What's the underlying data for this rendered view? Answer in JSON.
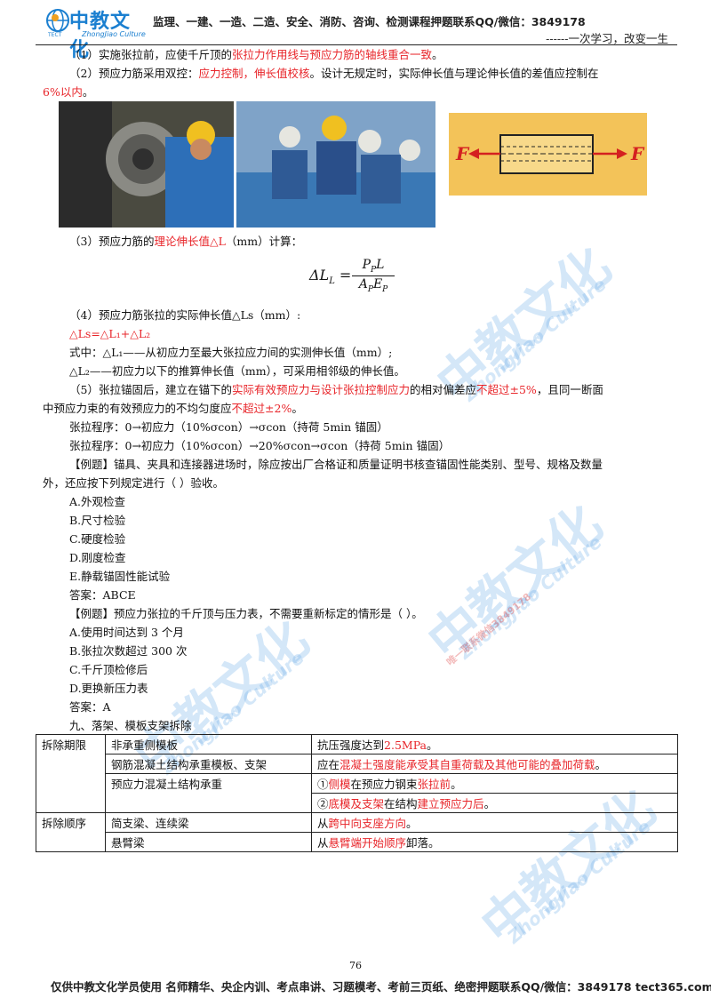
{
  "header": {
    "logo_cn": "中教文化",
    "logo_en": "ZhongJiao Culture",
    "logo_tag": "TECT",
    "courses": "监理、一建、一造、二造、安全、消防、咨询、检测课程押题联系QQ/微信：3849178",
    "slogan": "------一次学习，改变一生"
  },
  "body": {
    "l1a": "（1）实施张拉前，应使千斤顶的",
    "l1b": "张拉力作用线与预应力筋的轴线重合一致",
    "l1c": "。",
    "l2a": "（2）预应力筋采用双控：",
    "l2b": "应力控制，伸长值校核",
    "l2c": "。设计无规定时，实际伸长值与理论伸长值的差值应控制在",
    "l3a": "6%以内",
    "l3b": "。",
    "diagram_left": "F",
    "diagram_right": "F",
    "l4a": "（3）预应力筋的",
    "l4b": "理论伸长值△L",
    "l4c": "（mm）计算：",
    "formula_lhs": "ΔL",
    "formula_lhs_sub": "L",
    "formula_num": "P",
    "formula_num_sub": "P",
    "formula_num_end": "L",
    "formula_den1": "A",
    "formula_den1_sub": "P",
    "formula_den2": "E",
    "formula_den2_sub": "P",
    "l5": "（4）预应力筋张拉的实际伸长值△Ls（mm）:",
    "l6": "△Ls=△L₁+△L₂",
    "l7": "式中：△L₁——从初应力至最大张拉应力间的实测伸长值（mm）;",
    "l8": "△L₂——初应力以下的推算伸长值（mm），可采用相邻级的伸长值。",
    "l9a": "（5）张拉锚固后，建立在锚下的",
    "l9b": "实际有效预应力与设计张拉控制应力",
    "l9c": "的相对偏差应",
    "l9d": "不超过±5%",
    "l9e": "，且同一断面",
    "l10a": "中预应力束的有效预应力的不均匀度应",
    "l10b": "不超过±2%",
    "l10c": "。",
    "l11": "张拉程序：0→初应力（10%σcon）→σcon（持荷 5min 锚固）",
    "l12": "张拉程序：0→初应力（10%σcon）→20%σcon→σcon（持荷 5min 锚固）",
    "l13": "【例题】锚具、夹具和连接器进场时，除应按出厂合格证和质量证明书核查锚固性能类别、型号、规格及数量",
    "l14": "外，还应按下列规定进行（  ）验收。",
    "q1": [
      "A.外观检查",
      "B.尺寸检验",
      "C.硬度检验",
      "D.刚度检查",
      "E.静载锚固性能试验"
    ],
    "a1": "答案：ABCE",
    "l15": "【例题】预应力张拉的千斤顶与压力表，不需要重新标定的情形是（  ）。",
    "q2": [
      "A.使用时间达到 3 个月",
      "B.张拉次数超过 300 次",
      "C.千斤顶检修后",
      "D.更换新压力表"
    ],
    "a2": "答案：A",
    "l16": "九、落架、模板支架拆除"
  },
  "table": {
    "r1c1": "拆除期限",
    "r1c2": "非承重侧模板",
    "r1c3a": "抗压强度达到",
    "r1c3b": "2.5MPa",
    "r1c3c": "。",
    "r2c2": "钢筋混凝土结构承重模板、支架",
    "r2c3a": "应在",
    "r2c3b": "混凝土强度能承受其自重荷载及其他可能的叠加荷载",
    "r2c3c": "。",
    "r3c2": "预应力混凝土结构承重",
    "r3c3a": "①",
    "r3c3b": "侧模",
    "r3c3c": "在预应力钢束",
    "r3c3d": "张拉前",
    "r3c3e": "。",
    "r4c3a": "②",
    "r4c3b": "底模及支架",
    "r4c3c": "在结构",
    "r4c3d": "建立预应力后",
    "r4c3e": "。",
    "r5c1": "拆除顺序",
    "r5c2": "简支梁、连续梁",
    "r5c3a": "从",
    "r5c3b": "跨中向支座方向",
    "r5c3c": "。",
    "r6c2": "悬臂梁",
    "r6c3a": "从",
    "r6c3b": "悬臂端开始顺序",
    "r6c3c": "卸落。"
  },
  "footer": {
    "page": "76",
    "text": "仅供中教文化学员使用  名师精华、央企内训、考点串讲、习题模考、考前三页纸、绝密押题联系QQ/微信：3849178  tect365.com"
  },
  "watermark": {
    "cn": "中教文化",
    "en": "ZhongJiao Culture",
    "contact": "唯一联系微信3849178"
  },
  "colors": {
    "accent_red": "#e8252a",
    "logo_blue": "#1a7fd0"
  }
}
